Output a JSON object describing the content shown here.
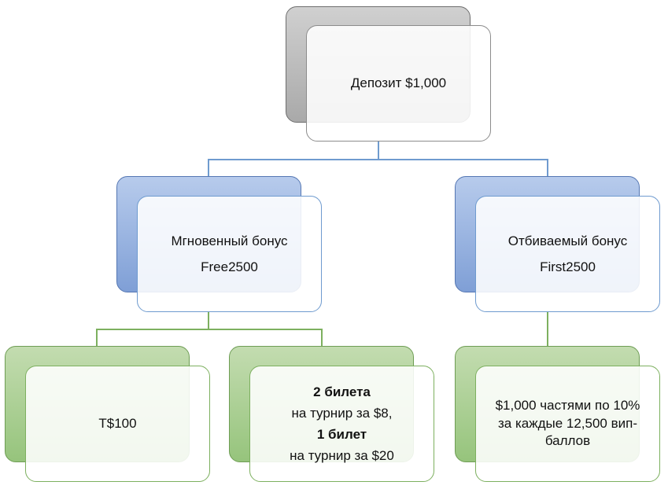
{
  "root": {
    "label": "Депозит $1,000"
  },
  "left": {
    "line1": "Мгновенный бонус",
    "line2": "Free2500"
  },
  "right": {
    "line1": "Отбиваемый бонус",
    "line2": "First2500"
  },
  "leaf1": {
    "label": "T$100"
  },
  "leaf2": {
    "line1": "2 билета",
    "line2": "на турнир за $8,",
    "line3": "1 билет",
    "line4": "на турнир за $20"
  },
  "leaf3": {
    "line1": "$1,000 частями по 10%",
    "line2": "за каждые 12,500 вип-",
    "line3": "баллов"
  },
  "colors": {
    "gray": "#a9a9a9",
    "blue": "#7f9fd6",
    "green": "#96c47c",
    "connector_blue": "#6f9bcf",
    "connector_green": "#7db05f"
  }
}
